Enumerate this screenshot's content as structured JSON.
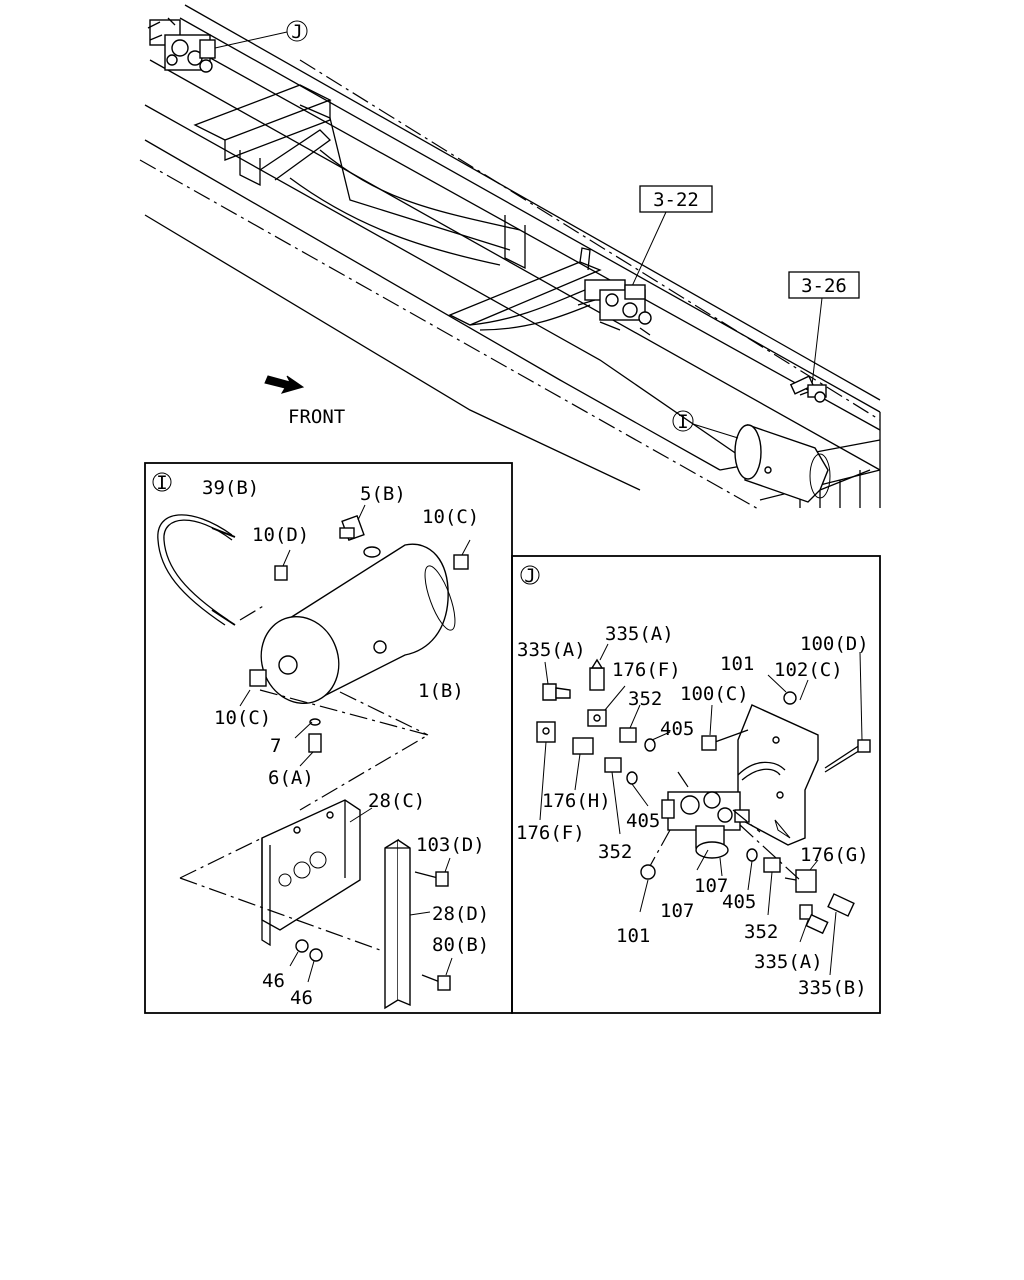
{
  "overview": {
    "callout_j": "J",
    "callout_i": "I",
    "ref_boxes": [
      "3-22",
      "3-26"
    ],
    "front_label": "FRONT"
  },
  "panel_i": {
    "id": "I",
    "labels": [
      "39(B)",
      "5(B)",
      "10(C)",
      "10(D)",
      "1(B)",
      "10(C)",
      "7",
      "6(A)",
      "28(C)",
      "103(D)",
      "28(D)",
      "80(B)",
      "46",
      "46"
    ]
  },
  "panel_j": {
    "id": "J",
    "labels": [
      "335(A)",
      "335(A)",
      "176(F)",
      "101",
      "102(C)",
      "100(D)",
      "352",
      "100(C)",
      "405",
      "176(H)",
      "176(F)",
      "405",
      "352",
      "107",
      "107",
      "405",
      "176(G)",
      "101",
      "352",
      "335(A)",
      "335(B)"
    ]
  }
}
